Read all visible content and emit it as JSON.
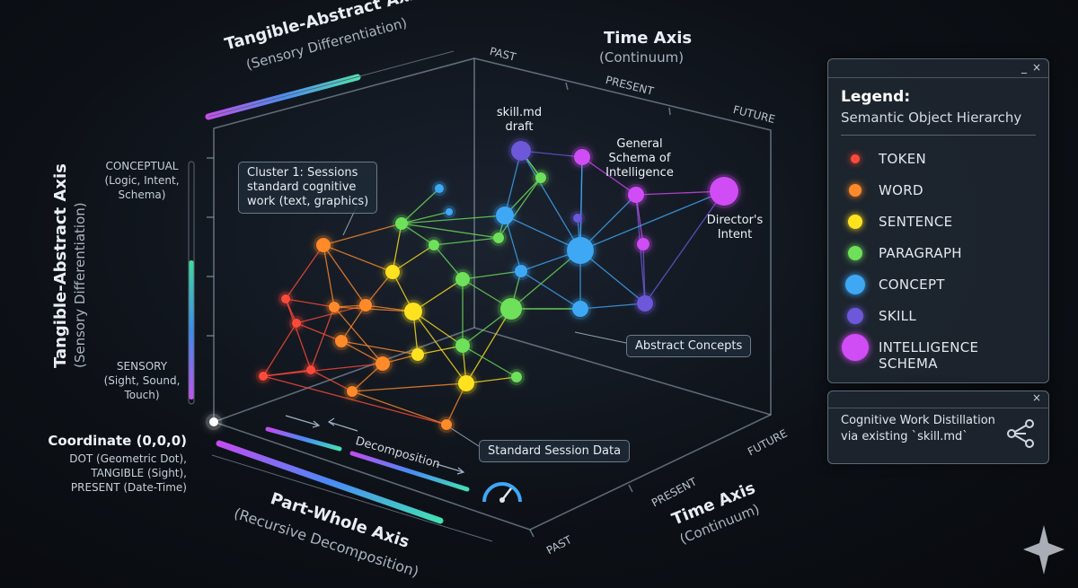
{
  "axes": {
    "tangible_abstract_top": {
      "title": "Tangible-Abstract Axis",
      "subtitle": "(Sensory Differentiation)"
    },
    "tangible_abstract_left": {
      "title": "Tangible-Abstract Axis",
      "subtitle": "(Sensory Differentiation)"
    },
    "time_top": {
      "title": "Time Axis",
      "subtitle": "(Continuum)",
      "ticks": [
        "PAST",
        "PRESENT",
        "FUTURE"
      ]
    },
    "time_bottom": {
      "title": "Time Axis",
      "subtitle": "(Continuum)",
      "ticks": [
        "FUTURE",
        "PRESENT",
        "PAST"
      ]
    },
    "part_whole": {
      "title": "Part-Whole Axis",
      "subtitle": "(Recursive Decomposition)"
    },
    "decomposition_label": "Decomposition"
  },
  "side_notes": {
    "conceptual": [
      "CONCEPTUAL",
      "(Logic, Intent,",
      "Schema)"
    ],
    "sensory": [
      "SENSORY",
      "(Sight, Sound,",
      "Touch)"
    ]
  },
  "origin": {
    "title": "Coordinate (0,0,0)",
    "lines": [
      "DOT (Geometric Dot),",
      "TANGIBLE (Sight),",
      "PRESENT (Date-Time)"
    ]
  },
  "callouts": {
    "cluster": [
      "Cluster 1: Sessions",
      "standard cognitive",
      "work (text, graphics)"
    ],
    "abstract": "Abstract Concepts",
    "session": "Standard Session Data"
  },
  "node_labels": {
    "skill": [
      "skill.md",
      "draft"
    ],
    "schema": [
      "General",
      "Schema of",
      "Intelligence"
    ],
    "director": [
      "Director's",
      "Intent"
    ]
  },
  "legend": {
    "title": "Legend:",
    "subtitle": "Semantic Object Hierarchy",
    "items": [
      {
        "label": "TOKEN",
        "color": "#ff4a3a"
      },
      {
        "label": "WORD",
        "color": "#ff8a2a"
      },
      {
        "label": "SENTENCE",
        "color": "#ffe21f"
      },
      {
        "label": "PARAGRAPH",
        "color": "#6ee05a"
      },
      {
        "label": "CONCEPT",
        "color": "#3ea8f5"
      },
      {
        "label": "SKILL",
        "color": "#6c58d8"
      },
      {
        "label": "INTELLIGENCE SCHEMA",
        "color": "#d04cf5"
      }
    ]
  },
  "note_panel": {
    "lines": [
      "Cognitive Work Distillation",
      "via existing `skill.md`"
    ],
    "icon": "share-icon"
  },
  "window_controls": {
    "minimize": "_",
    "close": "×"
  }
}
